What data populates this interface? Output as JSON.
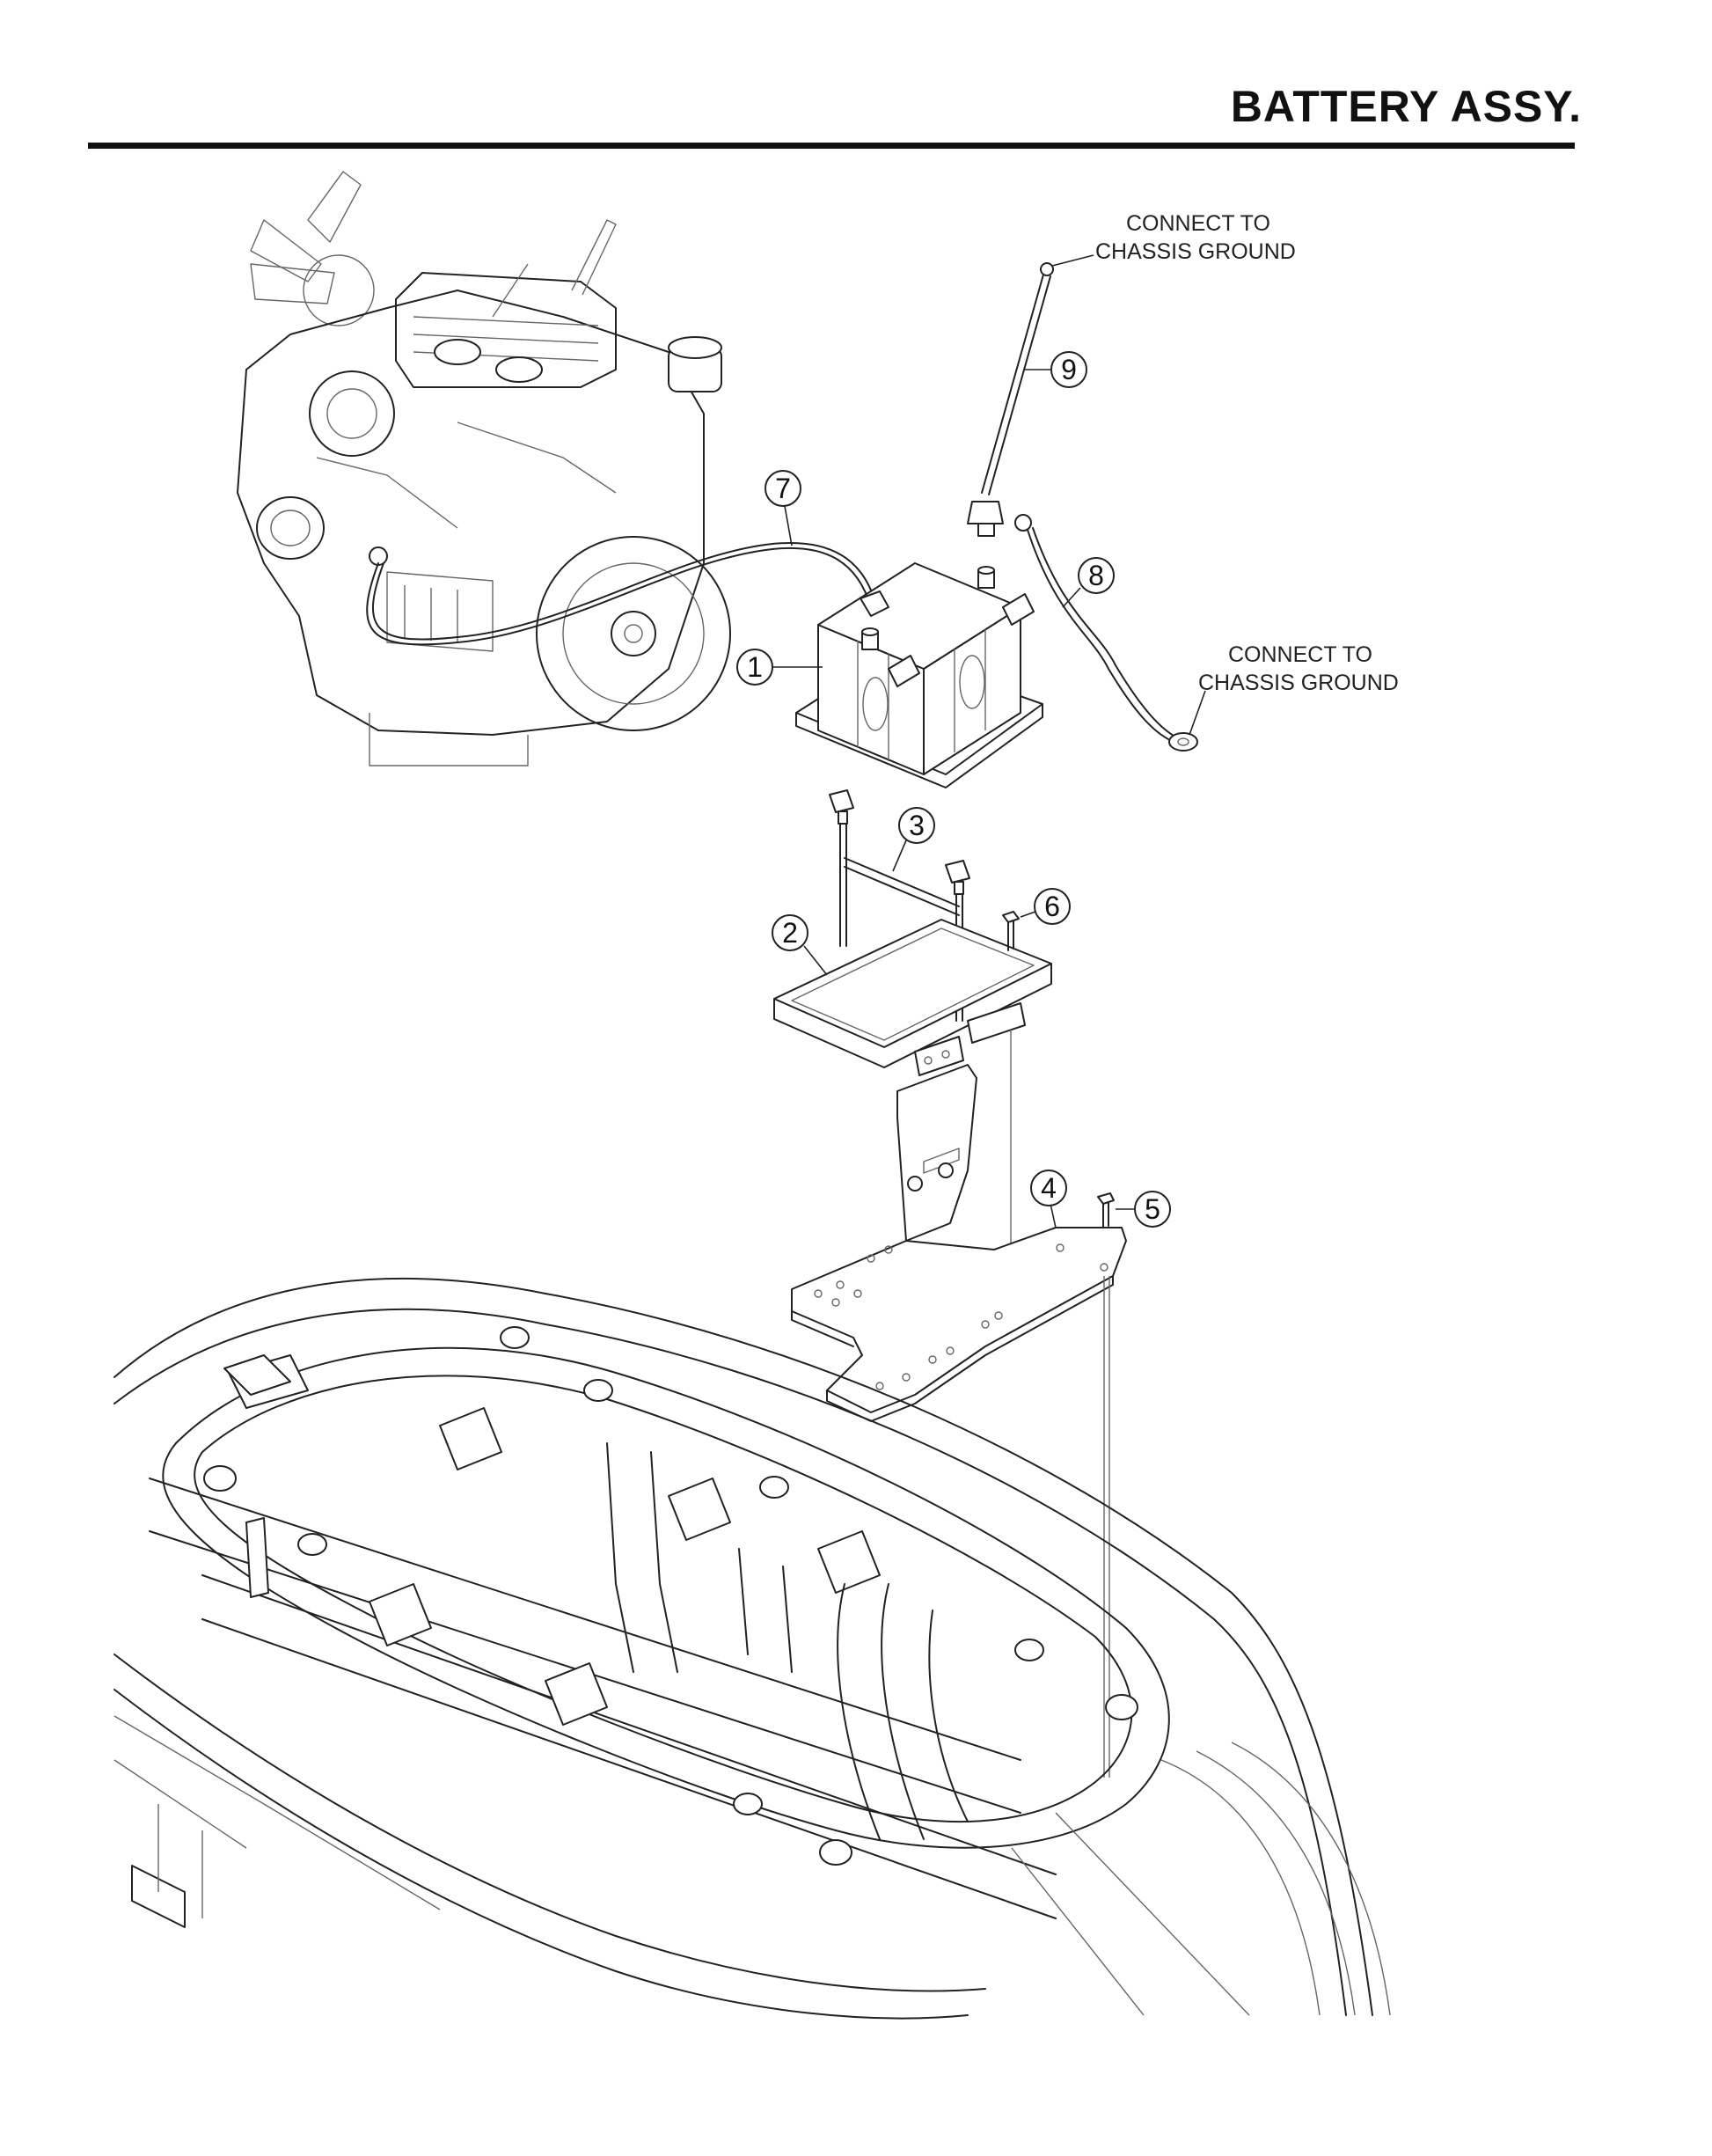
{
  "title": "BATTERY ASSY.",
  "notes": {
    "chassis_ground_top": [
      "CONNECT TO",
      "CHASSIS GROUND"
    ],
    "chassis_ground_right": [
      "CONNECT TO",
      "CHASSIS GROUND"
    ]
  },
  "callouts": [
    {
      "id": "1",
      "label": "1",
      "part": "battery"
    },
    {
      "id": "2",
      "label": "2",
      "part": "battery-tray"
    },
    {
      "id": "3",
      "label": "3",
      "part": "hold-down-bracket"
    },
    {
      "id": "4",
      "label": "4",
      "part": "mounting-plate"
    },
    {
      "id": "5",
      "label": "5",
      "part": "bolt"
    },
    {
      "id": "6",
      "label": "6",
      "part": "bolt"
    },
    {
      "id": "7",
      "label": "7",
      "part": "positive-cable"
    },
    {
      "id": "8",
      "label": "8",
      "part": "ground-cable"
    },
    {
      "id": "9",
      "label": "9",
      "part": "ground-strap"
    }
  ]
}
